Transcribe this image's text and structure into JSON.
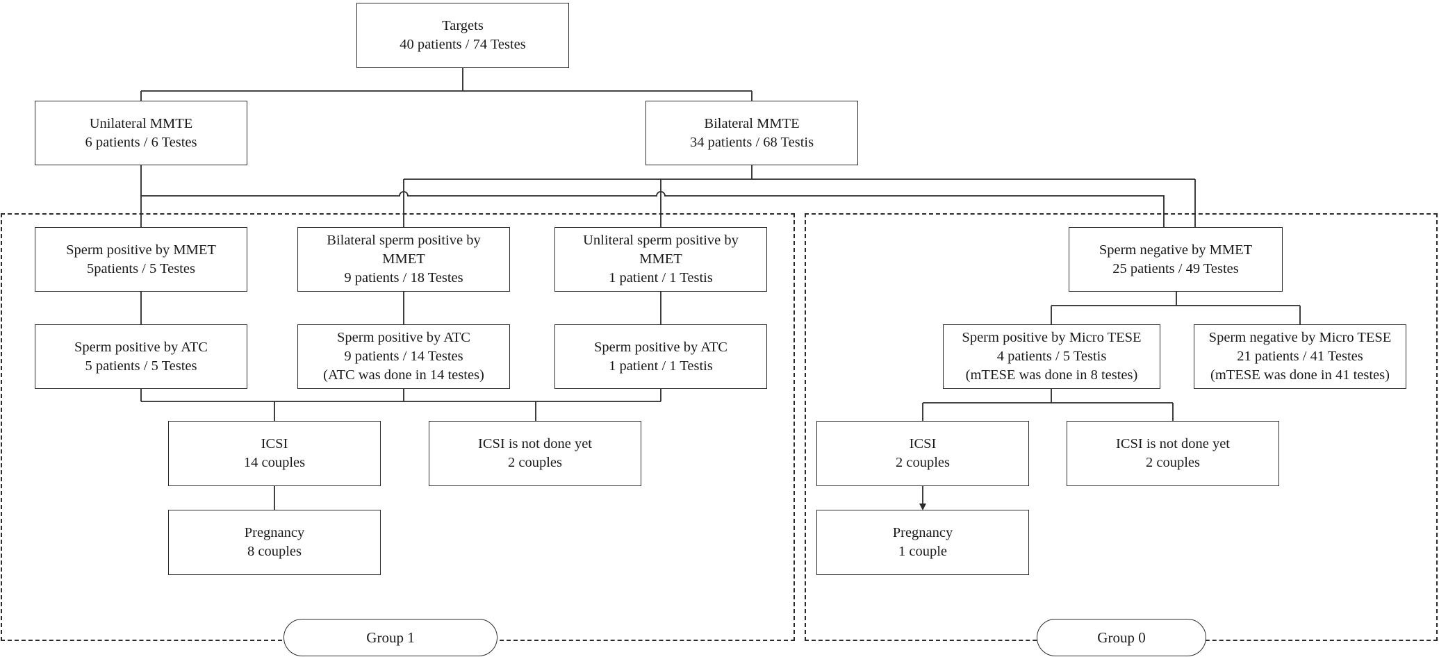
{
  "nodes": {
    "targets": [
      "Targets",
      "40 patients / 74 Testes"
    ],
    "unilateral_mmte": [
      "Unilateral MMTE",
      "6 patients / 6 Testes"
    ],
    "bilateral_mmte": [
      "Bilateral MMTE",
      "34 patients / 68 Testis"
    ],
    "sperm_pos_mmet": [
      "Sperm positive by MMET",
      "5patients / 5 Testes"
    ],
    "bilateral_sperm_pos_mmet": [
      "Bilateral sperm positive by",
      "MMET",
      "9 patients / 18 Testes"
    ],
    "unilateral_sperm_pos_mmet": [
      "Unliteral sperm positive by",
      "MMET",
      "1 patient / 1 Testis"
    ],
    "sperm_neg_mmet": [
      "Sperm negative by MMET",
      "25 patients / 49 Testes"
    ],
    "atc_left": [
      "Sperm positive by ATC",
      "5 patients / 5 Testes"
    ],
    "atc_mid": [
      "Sperm positive by ATC",
      "9 patients / 14 Testes",
      "(ATC was done in 14 testes)"
    ],
    "atc_right": [
      "Sperm positive by ATC",
      "1 patient / 1 Testis"
    ],
    "micro_tese_pos": [
      "Sperm positive by Micro TESE",
      "4 patients / 5 Testis",
      "(mTESE was done in 8 testes)"
    ],
    "micro_tese_neg": [
      "Sperm negative by Micro TESE",
      "21 patients / 41 Testes",
      "(mTESE was done in 41 testes)"
    ],
    "icsi_g1": [
      "ICSI",
      "14 couples"
    ],
    "icsi_not_done_g1": [
      "ICSI is not done yet",
      "2 couples"
    ],
    "pregnancy_g1": [
      "Pregnancy",
      "8 couples"
    ],
    "icsi_g0": [
      "ICSI",
      "2 couples"
    ],
    "icsi_not_done_g0": [
      "ICSI is not done yet",
      "2 couples"
    ],
    "pregnancy_g0": [
      "Pregnancy",
      "1 couple"
    ]
  },
  "groups": {
    "group1": "Group 1",
    "group0": "Group 0"
  }
}
